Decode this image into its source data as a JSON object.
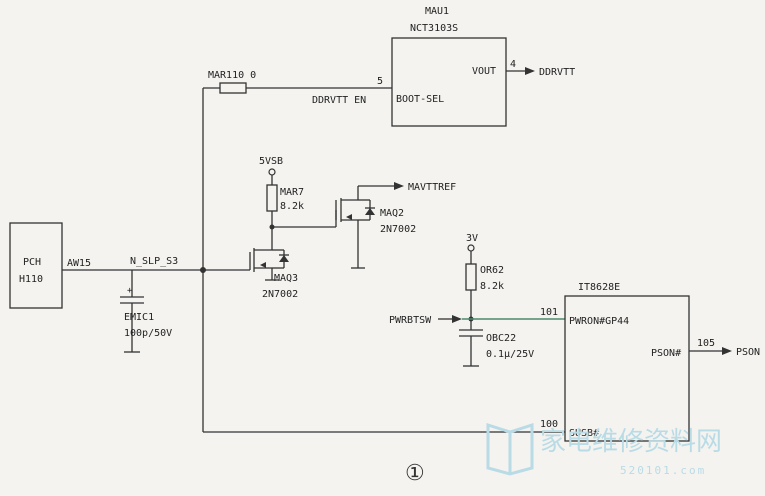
{
  "blocks": {
    "pch": {
      "line1": "PCH",
      "line2": "H110",
      "pin": "AW15"
    },
    "mau1": {
      "ref": "MAU1",
      "part": "NCT3103S",
      "pin_in_num": "5",
      "pin_in": "BOOT-SEL",
      "pin_out": "VOUT",
      "pin_out_num": "4"
    },
    "it8628e": {
      "part": "IT8628E",
      "pin_pwron": "PWRON#GP44",
      "pin_pwron_num": "101",
      "pin_pson": "PSON#",
      "pin_pson_num": "105",
      "pin_susb": "SUSB#",
      "pin_susb_num": "100"
    }
  },
  "nets": {
    "n_slp_s3": "N_SLP_S3",
    "ddrvtt_en": "DDRVTT EN",
    "ddrvtt": "DDRVTT",
    "mavttref": "MAVTTREF",
    "pwrbtsw": "PWRBTSW",
    "pson": "PSON",
    "vsb5": "5VSB",
    "v3": "3V"
  },
  "components": {
    "mar110": "MAR110 0",
    "mar7_ref": "MAR7",
    "mar7_val": "8.2k",
    "maq2_ref": "MAQ2",
    "maq2_part": "2N7002",
    "maq3_ref": "MAQ3",
    "maq3_part": "2N7002",
    "or62_ref": "OR62",
    "or62_val": "8.2k",
    "obc22_ref": "OBC22",
    "obc22_val": "0.1μ/25V",
    "emic1_ref": "EMIC1",
    "emic1_val": "100p/50V"
  },
  "figure_number": "①",
  "watermark": {
    "text": "家电维修资料网",
    "url": "520101.com"
  },
  "colors": {
    "ink": "#333333",
    "green_net": "#4a8a6a",
    "watermark": "#b9dbe6"
  }
}
